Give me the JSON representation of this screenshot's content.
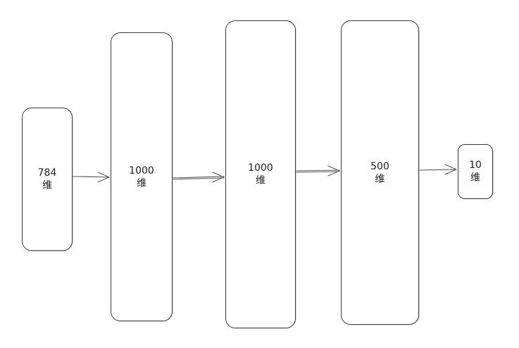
{
  "layers": [
    {
      "dim": "784",
      "unit": "维"
    },
    {
      "dim": "1000",
      "unit": "维"
    },
    {
      "dim": "1000",
      "unit": "维"
    },
    {
      "dim": "500",
      "unit": "维"
    },
    {
      "dim": "10",
      "unit": "维"
    }
  ],
  "colors": {
    "stroke": "#3a3a3a",
    "arrow": "#555555",
    "text": "#1e1e1e",
    "background": "#ffffff"
  }
}
